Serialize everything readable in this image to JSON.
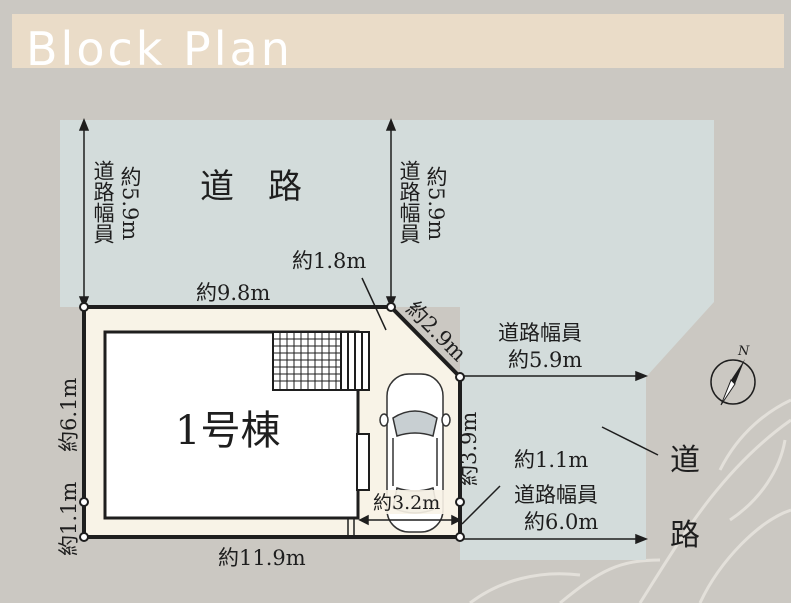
{
  "title": "Block Plan",
  "road_label": "道　路",
  "road_label_right": [
    "道",
    "路"
  ],
  "building_label": "1号棟",
  "north_label": "N",
  "road_width_top_left": [
    "道路幅員",
    "約5.9m"
  ],
  "road_width_top_right": [
    "道路幅員",
    "約5.9m"
  ],
  "road_width_right": [
    "道路幅員",
    "約5.9m"
  ],
  "road_width_bottom": [
    "道路幅員",
    "約6.0m"
  ],
  "dimensions": {
    "top": "約9.8m",
    "corner_diag": "約2.9m",
    "corner_offset": "約1.8m",
    "right_side": "約3.9m",
    "right_small": "約1.1m",
    "left_side": "約6.1m",
    "left_small": "約1.1m",
    "bottom": "約11.9m",
    "parking_width": "約3.2m"
  },
  "colors": {
    "road": "#d3dcdb",
    "background": "#cbc8c2",
    "lot": "#f8f3e7",
    "building": "#ffffff",
    "line": "#1e1e1e"
  }
}
